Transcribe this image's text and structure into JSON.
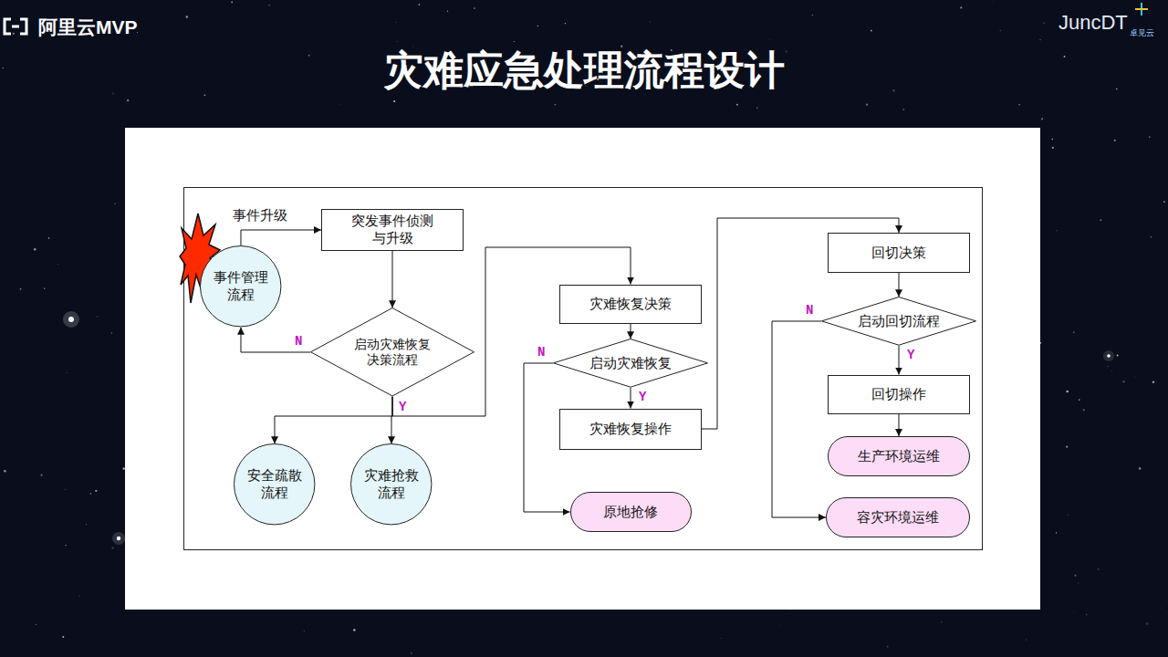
{
  "diagram": {
    "title": "灾难应急处理流程设计",
    "nodes": [
      {
        "text": [
          "事件管理 流程"
        ]
      },
      {
        "text": [
          "突发事件侦测 与升级"
        ]
      },
      {
        "text": [
          "启动灾难恢复 决策流程"
        ]
      },
      {
        "text": [
          "安全疏散 流程"
        ]
      },
      {
        "text": [
          "灾难抢救 流程"
        ]
      },
      {
        "text": [
          "灾难恢复决策"
        ]
      },
      {
        "text": [
          "启动灾难恢复"
        ]
      },
      {
        "text": [
          "灾难恢复操作"
        ]
      },
      {
        "text": [
          "原地抢修"
        ]
      },
      {
        "text": [
          "回切决策"
        ]
      },
      {
        "text": [
          "启动回切流程"
        ]
      },
      {
        "text": [
          "回切操作"
        ]
      },
      {
        "text": [
          "生产环境运维"
        ]
      },
      {
        "text": [
          "容灾环境运维"
        ]
      }
    ],
    "edges": [
      {
        "from": 0,
        "to": 1,
        "arrow": "to",
        "label": "事件升级"
      },
      {
        "from": 1,
        "to": 2,
        "arrow": "to"
      },
      {
        "from": 2,
        "to": 0,
        "arrow": "to",
        "label": "N"
      },
      {
        "from": 2,
        "to": 3,
        "arrow": "to"
      },
      {
        "from": 2,
        "to": 4,
        "arrow": "to",
        "label": "Y"
      },
      {
        "from": 2,
        "to": 5,
        "arrow": "to"
      },
      {
        "from": 5,
        "to": 6,
        "arrow": "to"
      },
      {
        "from": 6,
        "to": 7,
        "arrow": "to",
        "label": "Y"
      },
      {
        "from": 6,
        "to": 8,
        "arrow": "to",
        "label": "N"
      },
      {
        "from": 7,
        "to": 9,
        "arrow": "to"
      },
      {
        "from": 9,
        "to": 10,
        "arrow": "to"
      },
      {
        "from": 10,
        "to": 11,
        "arrow": "to",
        "label": "Y"
      },
      {
        "from": 11,
        "to": 12,
        "arrow": "to"
      },
      {
        "from": 10,
        "to": 13,
        "arrow": "to",
        "label": "N"
      }
    ],
    "labels": [
      "阿里云MVP",
      "JuncDT",
      "卓见云"
    ]
  }
}
